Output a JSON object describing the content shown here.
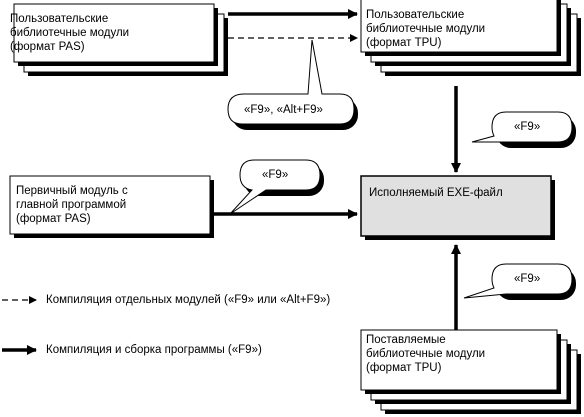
{
  "boxes": {
    "user_pas": "Пользовательские\nбиблиотечные модули\n(формат PAS)",
    "user_tpu": "Пользовательские\nбиблиотечные модули\n(формат TPU)",
    "primary_pas": "Первичный модуль с\nглавной программой\n(формат PAS)",
    "exe": "Исполняемый EXE-файл",
    "supplied_tpu": "Поставляемые\nбиблиотечные модули\n(формат TPU)"
  },
  "callouts": {
    "f9_altf9": "«F9», «Alt+F9»",
    "f9_right_top": "«F9»",
    "f9_left": "«F9»",
    "f9_right_bottom": "«F9»"
  },
  "legend": {
    "dashed": "Компиляция отдельных модулей («F9» или «Alt+F9»)",
    "solid": "Компиляция и сборка программы («F9»)"
  },
  "colors": {
    "exe_fill": "#e0e0e0",
    "shadow": "#000000",
    "line": "#000000"
  }
}
